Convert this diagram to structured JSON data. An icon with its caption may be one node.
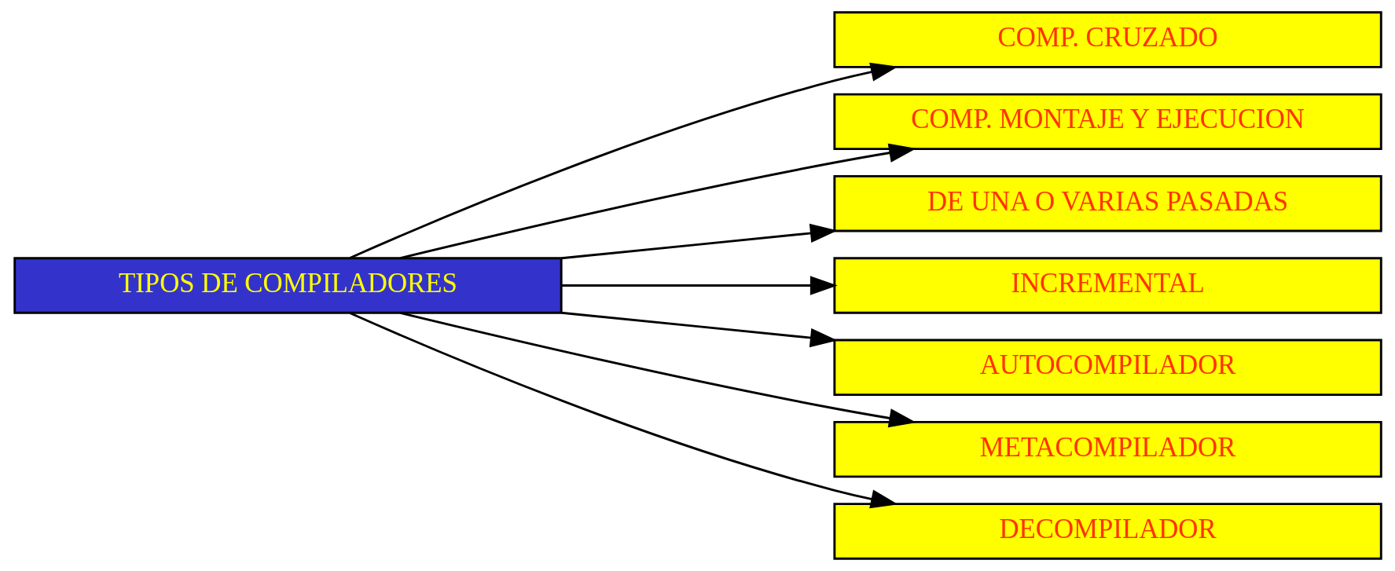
{
  "diagram": {
    "nodes": [
      {
        "text": [
          "TIPOS DE COMPILADORES"
        ]
      },
      {
        "text": [
          "COMP. CRUZADO"
        ]
      },
      {
        "text": [
          "COMP. MONTAJE Y EJECUCION"
        ]
      },
      {
        "text": [
          "DE UNA O VARIAS PASADAS"
        ]
      },
      {
        "text": [
          "INCREMENTAL"
        ]
      },
      {
        "text": [
          "AUTOCOMPILADOR"
        ]
      },
      {
        "text": [
          "METACOMPILADOR"
        ]
      },
      {
        "text": [
          "DECOMPILADOR"
        ]
      }
    ],
    "edges": [
      {
        "from": 0,
        "to": 1,
        "arrow": "to"
      },
      {
        "from": 0,
        "to": 2,
        "arrow": "to"
      },
      {
        "from": 0,
        "to": 3,
        "arrow": "to"
      },
      {
        "from": 0,
        "to": 4,
        "arrow": "to"
      },
      {
        "from": 0,
        "to": 5,
        "arrow": "to"
      },
      {
        "from": 0,
        "to": 6,
        "arrow": "to"
      },
      {
        "from": 0,
        "to": 7,
        "arrow": "to"
      }
    ]
  }
}
